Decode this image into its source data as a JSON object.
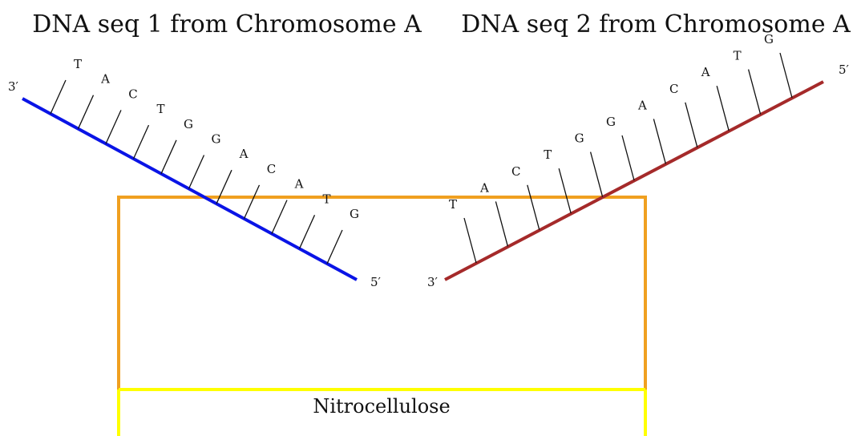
{
  "titles": {
    "left": "DNA seq 1 from Chromosome A",
    "right": "DNA seq 2 from Chromosome A"
  },
  "strand1": {
    "color": "#0a14e6",
    "end_start": "3′",
    "end_finish": "5′",
    "bases": [
      "T",
      "A",
      "C",
      "T",
      "G",
      "G",
      "A",
      "C",
      "A",
      "T",
      "G"
    ]
  },
  "strand2": {
    "color": "#a52a2a",
    "end_start": "3′",
    "end_finish": "5′",
    "bases": [
      "T",
      "A",
      "C",
      "T",
      "G",
      "G",
      "A",
      "C",
      "A",
      "T",
      "G"
    ]
  },
  "box": {
    "color": "#f0a020"
  },
  "membrane": {
    "label": "Nitrocellulose",
    "color": "#ffff00"
  }
}
